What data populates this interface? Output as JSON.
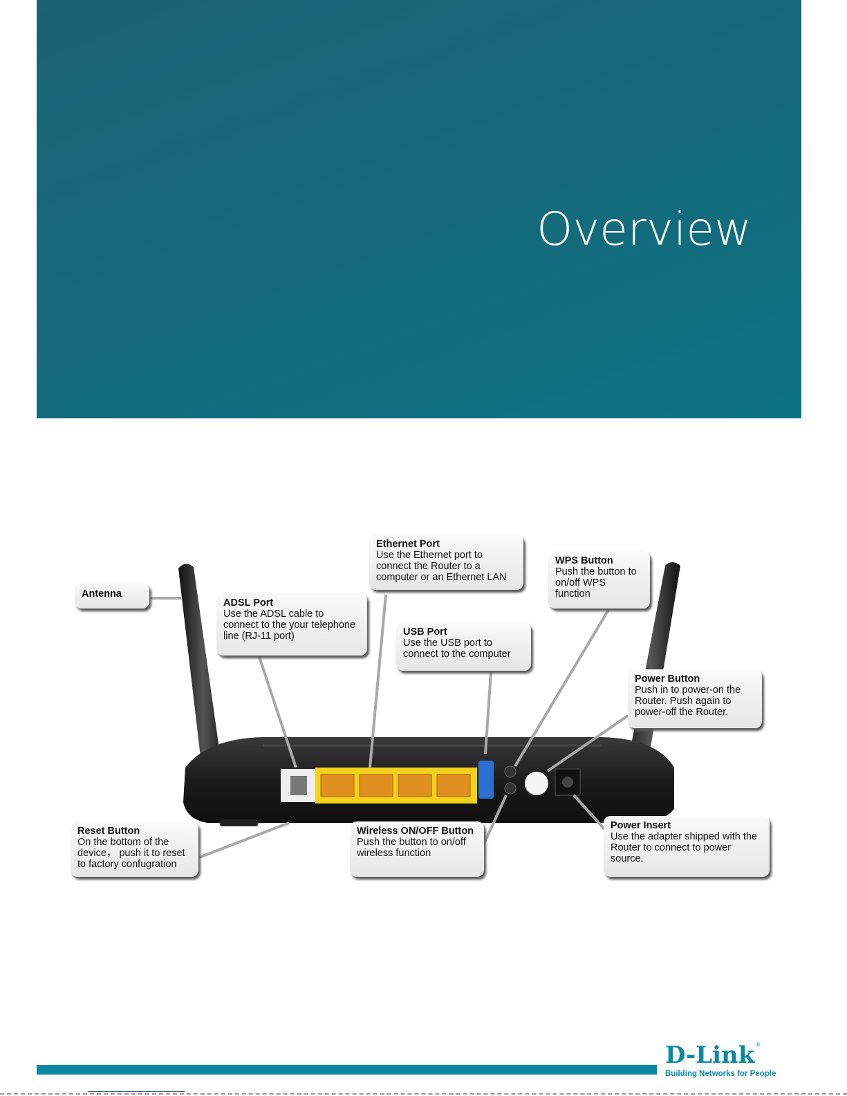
{
  "header": {
    "title": "Overview"
  },
  "callouts": {
    "antenna": {
      "title": "Antenna"
    },
    "adsl": {
      "title": "ADSL Port",
      "body": "Use the ADSL cable to connect to the your telephone line (RJ-11 port)"
    },
    "ethernet": {
      "title": "Ethernet Port",
      "body": "Use the Ethernet port to connect the Router to a computer or an Ethernet LAN"
    },
    "wps": {
      "title": "WPS Button",
      "body": "Push the button to on/off WPS function"
    },
    "usb": {
      "title": "USB Port",
      "body": "Use the USB port to connect to the computer"
    },
    "power_button": {
      "title": "Power Button",
      "body": "Push in to power-on the Router. Push again to power-off the Router."
    },
    "reset": {
      "title": "Reset Button",
      "body": "On the bottom of the device， push it to reset to factory confugration"
    },
    "wireless": {
      "title": "Wireless ON/OFF Button",
      "body": "Push the button to on/off wireless function"
    },
    "power_insert": {
      "title": "Power Insert",
      "body": "Use the adapter shipped with the Router to connect to power source."
    }
  },
  "footer": {
    "logo_text": "D-Link",
    "tagline": "Building Networks for People"
  },
  "colors": {
    "banner": "#15697a",
    "accent": "#0a8aa2"
  }
}
